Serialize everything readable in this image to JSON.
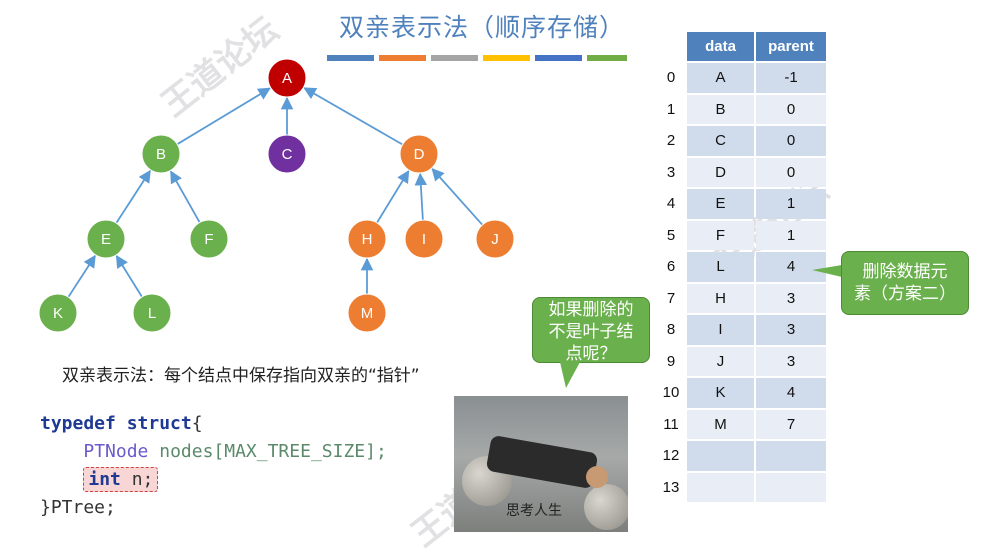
{
  "title": "双亲表示法（顺序存储）",
  "title_bar_colors": [
    "#4f81bd",
    "#ed7d31",
    "#a5a5a5",
    "#ffc000",
    "#4472c4",
    "#70ad47"
  ],
  "tree": {
    "nodes": [
      {
        "id": "A",
        "color": "#c00000"
      },
      {
        "id": "B",
        "color": "#6ab04c"
      },
      {
        "id": "C",
        "color": "#7030a0"
      },
      {
        "id": "D",
        "color": "#ed7d31"
      },
      {
        "id": "E",
        "color": "#6ab04c"
      },
      {
        "id": "F",
        "color": "#6ab04c"
      },
      {
        "id": "H",
        "color": "#ed7d31"
      },
      {
        "id": "I",
        "color": "#ed7d31"
      },
      {
        "id": "J",
        "color": "#ed7d31"
      },
      {
        "id": "K",
        "color": "#6ab04c"
      },
      {
        "id": "L",
        "color": "#6ab04c"
      },
      {
        "id": "M",
        "color": "#ed7d31"
      }
    ],
    "edges": [
      [
        "B",
        "A"
      ],
      [
        "C",
        "A"
      ],
      [
        "D",
        "A"
      ],
      [
        "E",
        "B"
      ],
      [
        "F",
        "B"
      ],
      [
        "H",
        "D"
      ],
      [
        "I",
        "D"
      ],
      [
        "J",
        "D"
      ],
      [
        "K",
        "E"
      ],
      [
        "L",
        "E"
      ],
      [
        "M",
        "H"
      ]
    ]
  },
  "caption": "双亲表示法：每个结点中保存指向双亲的“指针”",
  "code": {
    "kw_typedef": "typedef",
    "kw_struct": "struct",
    "open_brace": "{",
    "line2_type": "PTNode",
    "line2_rest": " nodes[MAX_TREE_SIZE];",
    "line3_type": "int",
    "line3_rest": " n;",
    "close": "}PTree;"
  },
  "bubble_text_lines": [
    "如果删除的",
    "不是叶子结",
    "点呢？"
  ],
  "photo_caption": "思考人生",
  "callout_lines": [
    "删除数据元",
    "素（方案二）"
  ],
  "table": {
    "headers": [
      "data",
      "parent"
    ],
    "rows": [
      {
        "idx": "0",
        "data": "A",
        "parent": "-1"
      },
      {
        "idx": "1",
        "data": "B",
        "parent": "0"
      },
      {
        "idx": "2",
        "data": "C",
        "parent": "0"
      },
      {
        "idx": "3",
        "data": "D",
        "parent": "0"
      },
      {
        "idx": "4",
        "data": "E",
        "parent": "1"
      },
      {
        "idx": "5",
        "data": "F",
        "parent": "1"
      },
      {
        "idx": "6",
        "data": "L",
        "parent": "4"
      },
      {
        "idx": "7",
        "data": "H",
        "parent": "3"
      },
      {
        "idx": "8",
        "data": "I",
        "parent": "3"
      },
      {
        "idx": "9",
        "data": "J",
        "parent": "3"
      },
      {
        "idx": "10",
        "data": "K",
        "parent": "4"
      },
      {
        "idx": "11",
        "data": "M",
        "parent": "7"
      },
      {
        "idx": "12",
        "data": "",
        "parent": ""
      },
      {
        "idx": "13",
        "data": "",
        "parent": ""
      }
    ]
  },
  "watermark": "王道论坛"
}
